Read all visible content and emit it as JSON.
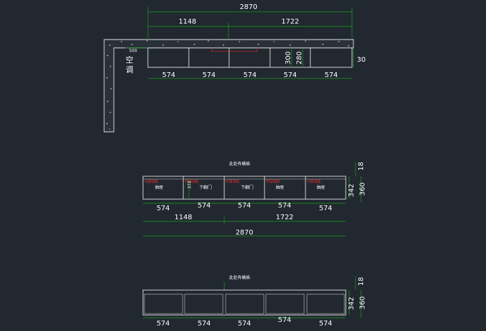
{
  "plan": {
    "total_width": "2870",
    "left_width": "1148",
    "right_width": "1722",
    "modules": [
      "574",
      "574",
      "574",
      "574",
      "574"
    ],
    "depth_label": "500",
    "ac_char_1": "空",
    "ac_char_2": "调",
    "height_300": "300",
    "height_280": "280",
    "right_30": "30"
  },
  "front": {
    "note_top": "此处有横插",
    "modules": [
      "574",
      "574",
      "574",
      "574",
      "574"
    ],
    "left_width": "1148",
    "right_width": "1722",
    "total_width": "2870",
    "top_18": "18",
    "h_342": "342",
    "h_360": "360",
    "small_372": "372",
    "labels": [
      "抽屉",
      "下翻门",
      "下翻门",
      "抽屉",
      "抽屉"
    ],
    "red_notes": [
      "内置插座",
      "预留插座",
      "内置插座",
      "预留插座",
      "内置插座"
    ]
  },
  "back": {
    "note_top": "此处有横插",
    "modules": [
      "574",
      "574",
      "574",
      "574",
      "574"
    ],
    "top_18": "18",
    "h_342": "342",
    "h_360": "360"
  }
}
